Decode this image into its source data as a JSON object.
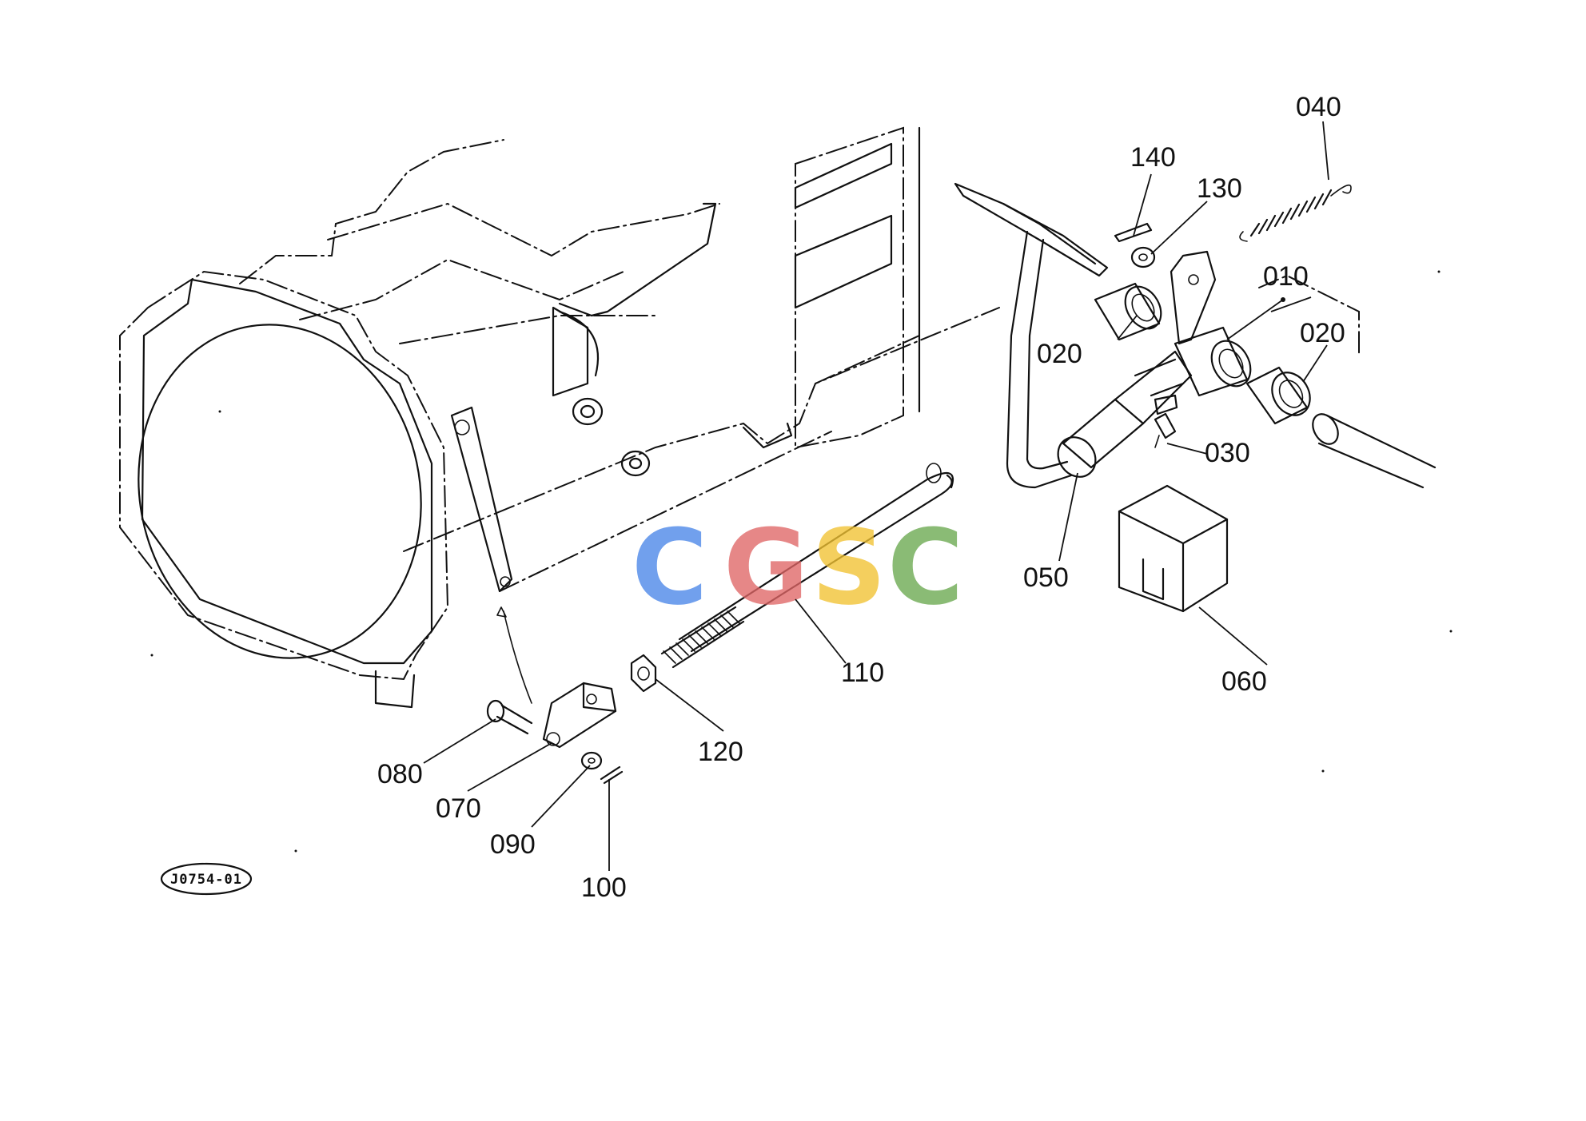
{
  "diagram": {
    "reference_code": "J0754-01",
    "watermark": {
      "letters": [
        "C",
        "G",
        "S",
        "C"
      ],
      "colors": [
        "#4a86e8",
        "#e06666",
        "#f1c232",
        "#6aa84f"
      ]
    },
    "part_labels": [
      "010",
      "020",
      "020",
      "030",
      "040",
      "050",
      "060",
      "070",
      "080",
      "090",
      "100",
      "110",
      "120",
      "130",
      "140"
    ]
  }
}
